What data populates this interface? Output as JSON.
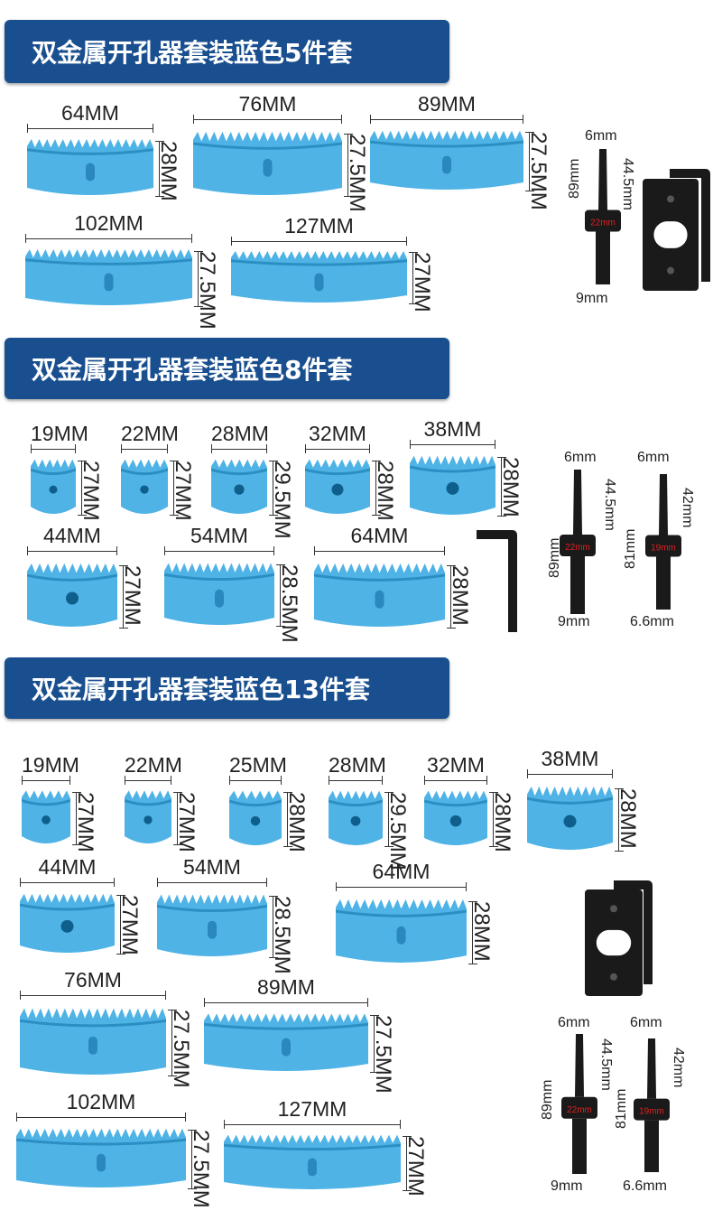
{
  "banners": {
    "set5": "双金属开孔器套装蓝色5件套",
    "set8": "双金属开孔器套装蓝色8件套",
    "set13": "双金属开孔器套装蓝色13件套"
  },
  "set5": {
    "saws": [
      {
        "size": "64MM",
        "depth": "28MM"
      },
      {
        "size": "76MM",
        "depth": "27.5MM"
      },
      {
        "size": "89MM",
        "depth": "27.5MM"
      },
      {
        "size": "102MM",
        "depth": "27.5MM"
      },
      {
        "size": "127MM",
        "depth": "27MM"
      }
    ],
    "arbor": {
      "drill": "6mm",
      "drill_len": "44.5mm",
      "total": "89mm",
      "shank": "9mm",
      "collar": "22mm"
    }
  },
  "set8": {
    "saws": [
      {
        "size": "19MM",
        "depth": "27MM"
      },
      {
        "size": "22MM",
        "depth": "27MM"
      },
      {
        "size": "28MM",
        "depth": "29.5MM"
      },
      {
        "size": "32MM",
        "depth": "28MM"
      },
      {
        "size": "38MM",
        "depth": "28MM"
      },
      {
        "size": "44MM",
        "depth": "27MM"
      },
      {
        "size": "54MM",
        "depth": "28.5MM"
      },
      {
        "size": "64MM",
        "depth": "28MM"
      }
    ],
    "arbor_a": {
      "drill": "6mm",
      "drill_len": "44.5mm",
      "total": "89mm",
      "shank": "9mm",
      "collar": "22mm"
    },
    "arbor_b": {
      "drill": "6mm",
      "drill_len": "42mm",
      "total": "81mm",
      "shank": "6.6mm",
      "collar": "19mm"
    }
  },
  "set13": {
    "saws": [
      {
        "size": "19MM",
        "depth": "27MM"
      },
      {
        "size": "22MM",
        "depth": "27MM"
      },
      {
        "size": "25MM",
        "depth": "28MM"
      },
      {
        "size": "28MM",
        "depth": "29.5MM"
      },
      {
        "size": "32MM",
        "depth": "28MM"
      },
      {
        "size": "38MM",
        "depth": "28MM"
      },
      {
        "size": "44MM",
        "depth": "27MM"
      },
      {
        "size": "54MM",
        "depth": "28.5MM"
      },
      {
        "size": "64MM",
        "depth": "28MM"
      },
      {
        "size": "76MM",
        "depth": "27.5MM"
      },
      {
        "size": "89MM",
        "depth": "27.5MM"
      },
      {
        "size": "102MM",
        "depth": "27.5MM"
      },
      {
        "size": "127MM",
        "depth": "27MM"
      }
    ],
    "arbor_a": {
      "drill": "6mm",
      "drill_len": "44.5mm",
      "total": "89mm",
      "shank": "9mm",
      "collar": "22mm"
    },
    "arbor_b": {
      "drill": "6mm",
      "drill_len": "42mm",
      "total": "81mm",
      "shank": "6.6mm",
      "collar": "19mm"
    }
  },
  "colors": {
    "banner": "#1a4f8f",
    "saw": "#4fb3e6",
    "saw_dark": "#2b8fc4",
    "tool": "#1a1a1a"
  },
  "icons": [
    "hole-saw-icon",
    "arbor-icon",
    "hex-key-icon",
    "adapter-plate-icon"
  ]
}
